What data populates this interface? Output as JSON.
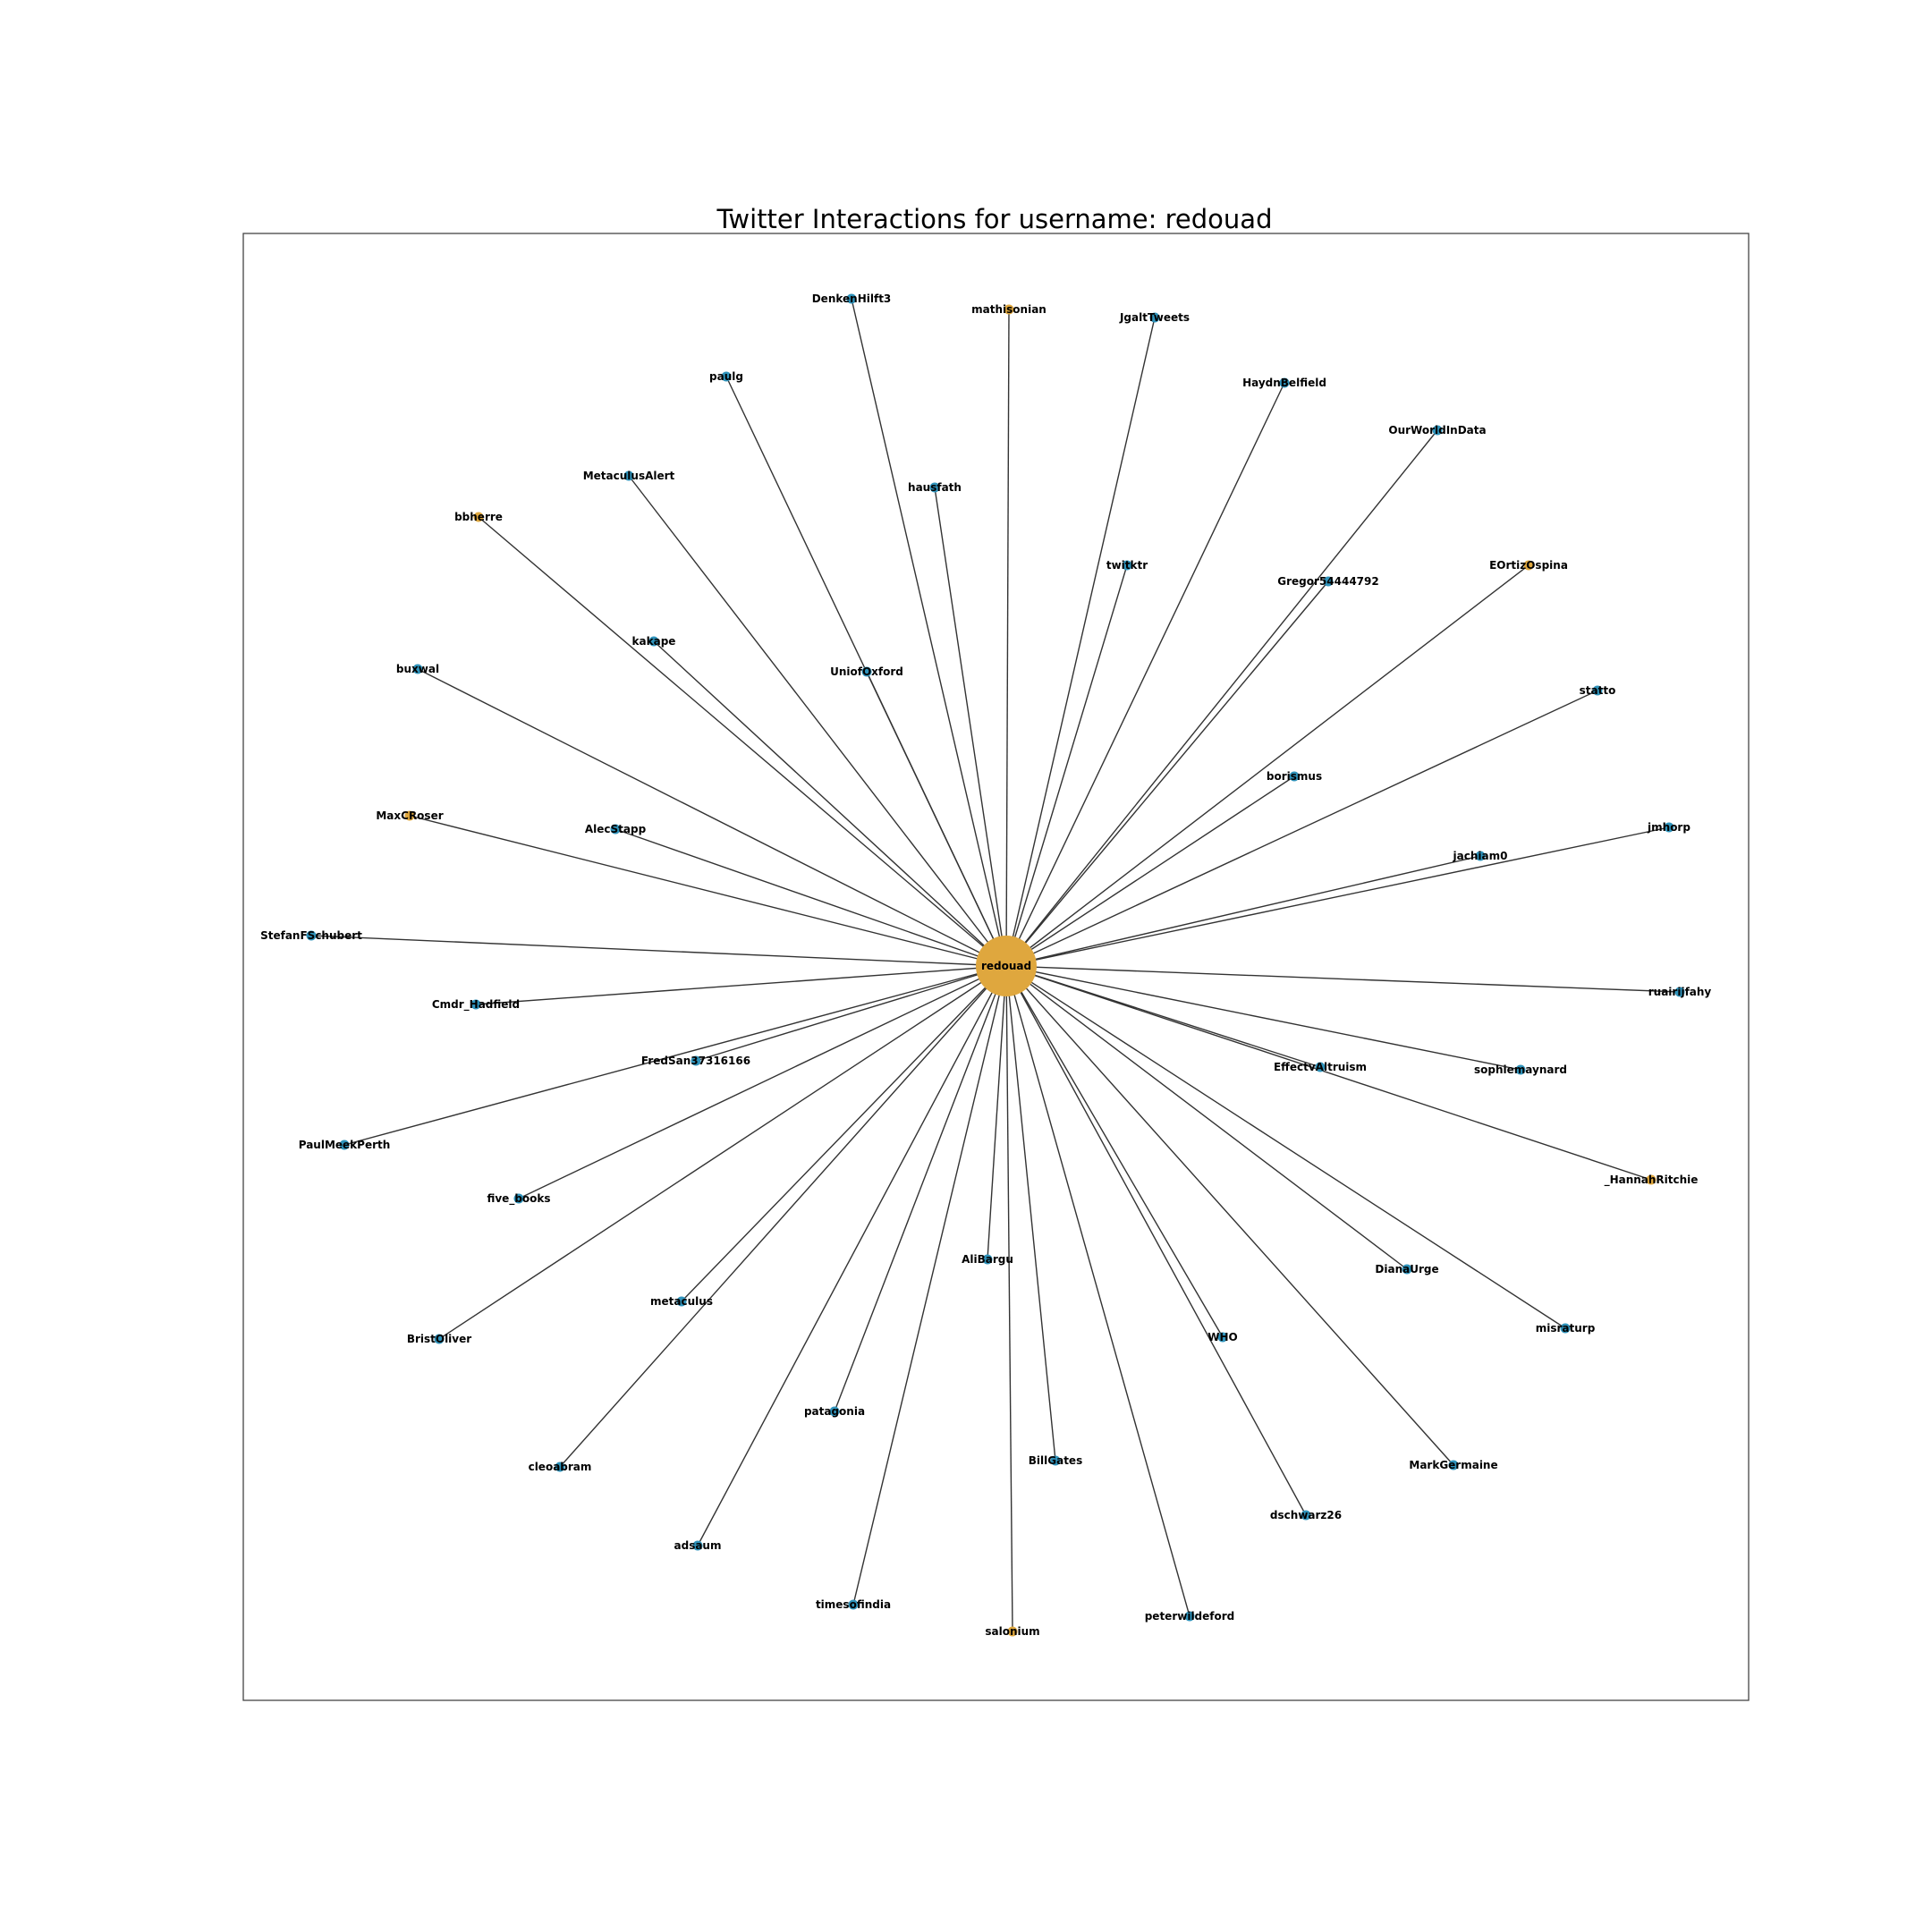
{
  "title": "Twitter Interactions for username: redouad",
  "colors": {
    "center": "#DFA73E",
    "orange_node": "#DFA73E",
    "blue_node": "#2F93BB",
    "edge": "#333333"
  },
  "center": {
    "name": "redouad",
    "color": "orange"
  },
  "nodes": [
    {
      "name": "DenkenHilft3",
      "color": "blue"
    },
    {
      "name": "mathisonian",
      "color": "orange"
    },
    {
      "name": "JgaltTweets",
      "color": "blue"
    },
    {
      "name": "paulg",
      "color": "blue"
    },
    {
      "name": "HaydnBelfield",
      "color": "blue"
    },
    {
      "name": "OurWorldInData",
      "color": "blue"
    },
    {
      "name": "MetaculusAlert",
      "color": "blue"
    },
    {
      "name": "hausfath",
      "color": "blue"
    },
    {
      "name": "bbherre",
      "color": "orange"
    },
    {
      "name": "twitktr",
      "color": "blue"
    },
    {
      "name": "EOrtizOspina",
      "color": "orange"
    },
    {
      "name": "Gregor54444792",
      "color": "blue"
    },
    {
      "name": "kakape",
      "color": "blue"
    },
    {
      "name": "buxwal",
      "color": "blue"
    },
    {
      "name": "UniofOxford",
      "color": "blue"
    },
    {
      "name": "statto",
      "color": "blue"
    },
    {
      "name": "borismus",
      "color": "blue"
    },
    {
      "name": "MaxCRoser",
      "color": "orange"
    },
    {
      "name": "AlecStapp",
      "color": "blue"
    },
    {
      "name": "jmhorp",
      "color": "blue"
    },
    {
      "name": "jachiam0",
      "color": "blue"
    },
    {
      "name": "StefanFSchubert",
      "color": "blue"
    },
    {
      "name": "ruairijfahy",
      "color": "blue"
    },
    {
      "name": "Cmdr_Hadfield",
      "color": "blue"
    },
    {
      "name": "FredSan37316166",
      "color": "blue"
    },
    {
      "name": "EffectvAltruism",
      "color": "blue"
    },
    {
      "name": "sophiemaynard",
      "color": "blue"
    },
    {
      "name": "PaulMeekPerth",
      "color": "blue"
    },
    {
      "name": "_HannahRitchie",
      "color": "orange"
    },
    {
      "name": "five_books",
      "color": "blue"
    },
    {
      "name": "AliBargu",
      "color": "blue"
    },
    {
      "name": "DianaUrge",
      "color": "blue"
    },
    {
      "name": "metaculus",
      "color": "blue"
    },
    {
      "name": "BristOliver",
      "color": "blue"
    },
    {
      "name": "WHO",
      "color": "blue"
    },
    {
      "name": "misraturp",
      "color": "blue"
    },
    {
      "name": "patagonia",
      "color": "blue"
    },
    {
      "name": "cleoabram",
      "color": "blue"
    },
    {
      "name": "BillGates",
      "color": "blue"
    },
    {
      "name": "MarkGermaine",
      "color": "blue"
    },
    {
      "name": "dschwarz26",
      "color": "blue"
    },
    {
      "name": "adsaum",
      "color": "blue"
    },
    {
      "name": "timesofindia",
      "color": "blue"
    },
    {
      "name": "peterwildeford",
      "color": "blue"
    },
    {
      "name": "salonium",
      "color": "orange"
    }
  ]
}
